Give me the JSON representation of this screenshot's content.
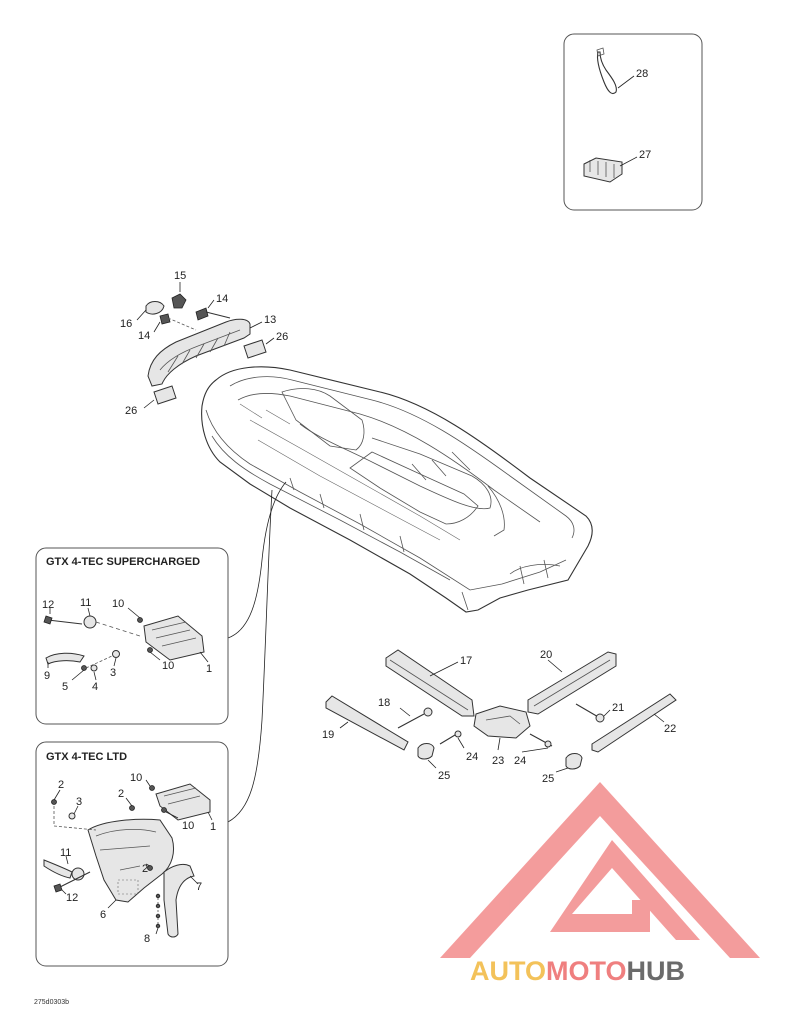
{
  "diagram": {
    "reference_code": "275d0303b",
    "box_supercharged_title": "GTX 4-TEC SUPERCHARGED",
    "box_ltd_title": "GTX 4-TEC LTD",
    "callouts": {
      "c1a": "1",
      "c1b": "1",
      "c2a": "2",
      "c2b": "2",
      "c2c": "2",
      "c3a": "3",
      "c3b": "3",
      "c4": "4",
      "c5": "5",
      "c6": "6",
      "c7": "7",
      "c8": "8",
      "c9": "9",
      "c10a": "10",
      "c10b": "10",
      "c10c": "10",
      "c10d": "10",
      "c11a": "11",
      "c11b": "11",
      "c12a": "12",
      "c12b": "12",
      "c13": "13",
      "c14a": "14",
      "c14b": "14",
      "c15": "15",
      "c16": "16",
      "c17": "17",
      "c18": "18",
      "c19": "19",
      "c20": "20",
      "c21": "21",
      "c22": "22",
      "c23": "23",
      "c24a": "24",
      "c24b": "24",
      "c25a": "25",
      "c25b": "25",
      "c26a": "26",
      "c26b": "26",
      "c27": "27",
      "c28": "28"
    }
  },
  "watermark": {
    "part1": "AUTO",
    "part2": "MOTO",
    "part3": "HUB",
    "colors": {
      "auto": "#f3c25a",
      "moto": "#ef7f7f",
      "hub": "#6b6b6b",
      "triangle": "#f28b8b"
    }
  }
}
